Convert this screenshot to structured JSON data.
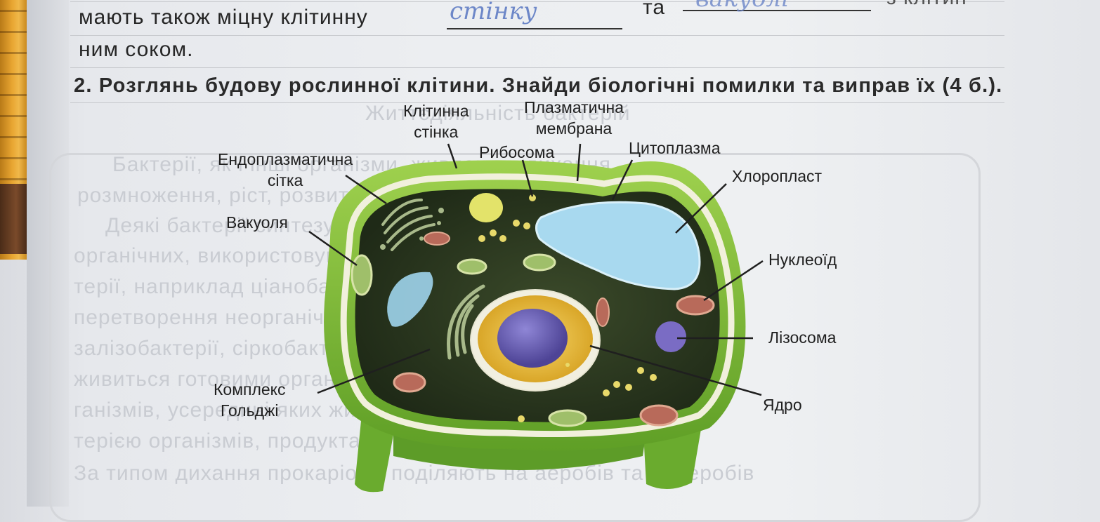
{
  "header": {
    "line1_start": "мають також міцну клітинну",
    "line1_mid": "та",
    "line1_end": "з клiтин-",
    "line2": "ним соком.",
    "handwritten_1": "стiнку",
    "handwritten_2": "вакуолі"
  },
  "task": {
    "text": "2. Розглянь будову рослинної клітини. Знайди біологічні помилки та виправ їх (4 б.)."
  },
  "background_text": {
    "line_a": "Життєдіяльність бактерій",
    "line_b": "Бактерії, як і інші організми, живлення, дихання,",
    "line_c": "розмноження, ріст, розвиток.",
    "line_d": "Деякі бактерії синтезують органічні речовини з не-",
    "line_e": "органічних, використовуючи енергію (фотосинтезуючі бак-",
    "line_f": "терії, наприклад ціанобактерії). Вивільняється під час",
    "line_g": "перетворення неорганічних речовин. Деякі бактерії, зокрема",
    "line_h": "залізобактерії, сіркобактерії, нітрифікуючі бактерії",
    "line_i": "живиться готовими органічними речовинами і тваринних ор-",
    "line_j": "ганізмів, усередині яких живуть, мертвими рештками ма-",
    "line_k": "терією організмів, продуктами їх, живими тканинами та ін.",
    "line_l": "За типом дихання прокаріотів поділяють на аеробів та анаеробів"
  },
  "labels": {
    "cell_wall": "Клітинна\nстінка",
    "plasma_membrane": "Плазматична\nмембрана",
    "ribosome": "Рибосома",
    "cytoplasm": "Цитоплазма",
    "er": "Ендоплазматична\nсітка",
    "chloroplast": "Хлоропласт",
    "vacuole": "Вакуоля",
    "nucleoid": "Нуклеоїд",
    "lysosome": "Лізосома",
    "golgi": "Комплекс\nГольджі",
    "nucleus": "Ядро"
  },
  "colors": {
    "wall_green": "#7fbf3a",
    "cytoplasm_dark": "#2d3a22",
    "vacuole_blue": "#9fd4ec",
    "nucleus_outer": "#f2c94c",
    "nucleolus": "#6a5fb5",
    "handwriting": "#6d87c8"
  }
}
